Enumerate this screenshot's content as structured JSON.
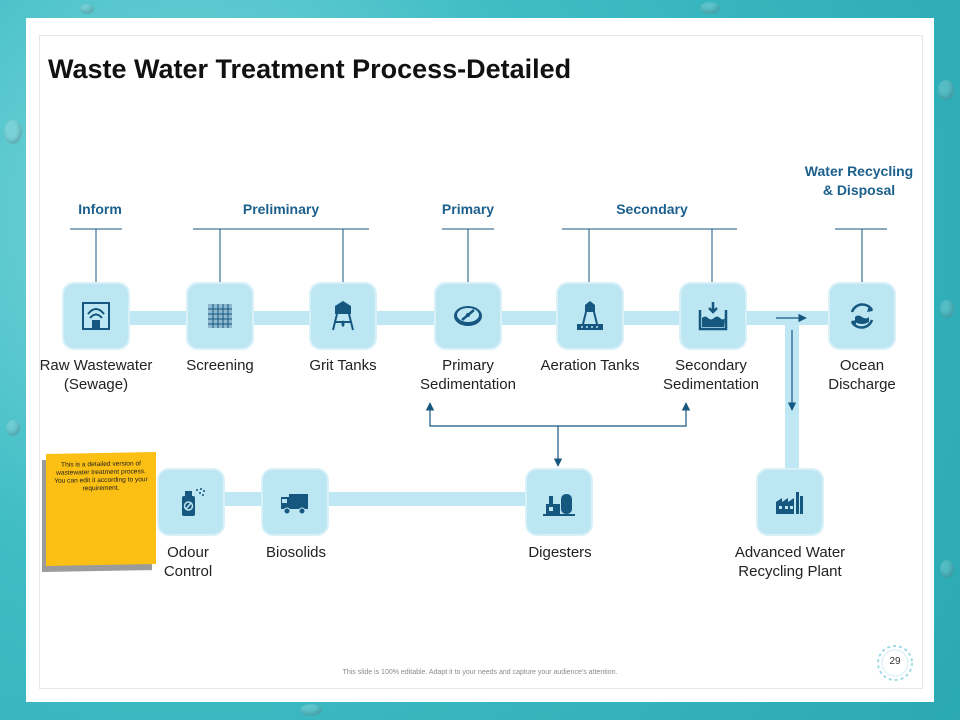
{
  "title": "Waste Water Treatment Process-Detailed",
  "stages": [
    {
      "label": "Inform"
    },
    {
      "label": "Preliminary"
    },
    {
      "label": "Primary"
    },
    {
      "label": "Secondary"
    },
    {
      "label": "Water Recycling & Disposal"
    }
  ],
  "nodes": [
    {
      "label": "Raw Wastewater (Sewage)",
      "icon": "sewage-grate-icon"
    },
    {
      "label": "Screening",
      "icon": "screen-mesh-icon"
    },
    {
      "label": "Grit Tanks",
      "icon": "water-tower-icon"
    },
    {
      "label": "Primary Sedimentation",
      "icon": "clarifier-tank-icon"
    },
    {
      "label": "Aeration Tanks",
      "icon": "aeration-tower-icon"
    },
    {
      "label": "Secondary Sedimentation",
      "icon": "settling-tank-icon"
    },
    {
      "label": "Ocean Discharge",
      "icon": "recycle-water-icon"
    },
    {
      "label": "Odour Control",
      "icon": "spray-can-icon"
    },
    {
      "label": "Biosolids",
      "icon": "garbage-truck-icon"
    },
    {
      "label": "Digesters",
      "icon": "digester-plant-icon"
    },
    {
      "label": "Advanced Water Recycling Plant",
      "icon": "factory-icon"
    }
  ],
  "note": "This is a detailed version of wastewater treatment process. You can edit it according to your requirement.",
  "footer": "This slide is 100% editable. Adapt it to your needs and capture your audience's attention.",
  "page_number": "29",
  "colors": {
    "accent": "#1b5f8c",
    "node": "#bde6f3",
    "pipe": "#bfe8f4",
    "icon": "#15577f",
    "note": "#fcbf13"
  }
}
